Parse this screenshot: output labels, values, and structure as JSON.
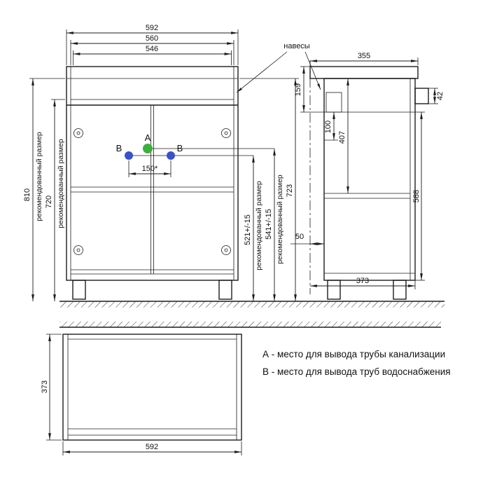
{
  "front": {
    "dim_width_outer": "592",
    "dim_width_mid": "560",
    "dim_width_inner": "546",
    "dim_height_recommended": "810",
    "dim_height_cabinet": "720",
    "label_recommended": "рекомендованный размер",
    "label_hinges": "навесы",
    "point_a_label": "A",
    "point_b_label": "B",
    "dim_b_spacing": "150*",
    "dim_height_b": "521+/-15",
    "dim_height_a": "541+/-15",
    "dim_height_total": "723"
  },
  "side": {
    "dim_depth_top": "355",
    "dim_handle": "42",
    "dim_top_section": "159",
    "dim_hinge_offset": "100",
    "dim_door_top": "407",
    "dim_front_height": "588",
    "dim_wall_gap": "50",
    "dim_depth_bottom": "373"
  },
  "plan": {
    "dim_depth": "373",
    "dim_width": "592"
  },
  "legend": {
    "item_a": "А - место для вывода трубы канализации",
    "item_b": "В - место для вывода труб водоснабжения"
  },
  "colors": {
    "point_a": "#3fae3f",
    "point_b": "#3a52c4"
  }
}
